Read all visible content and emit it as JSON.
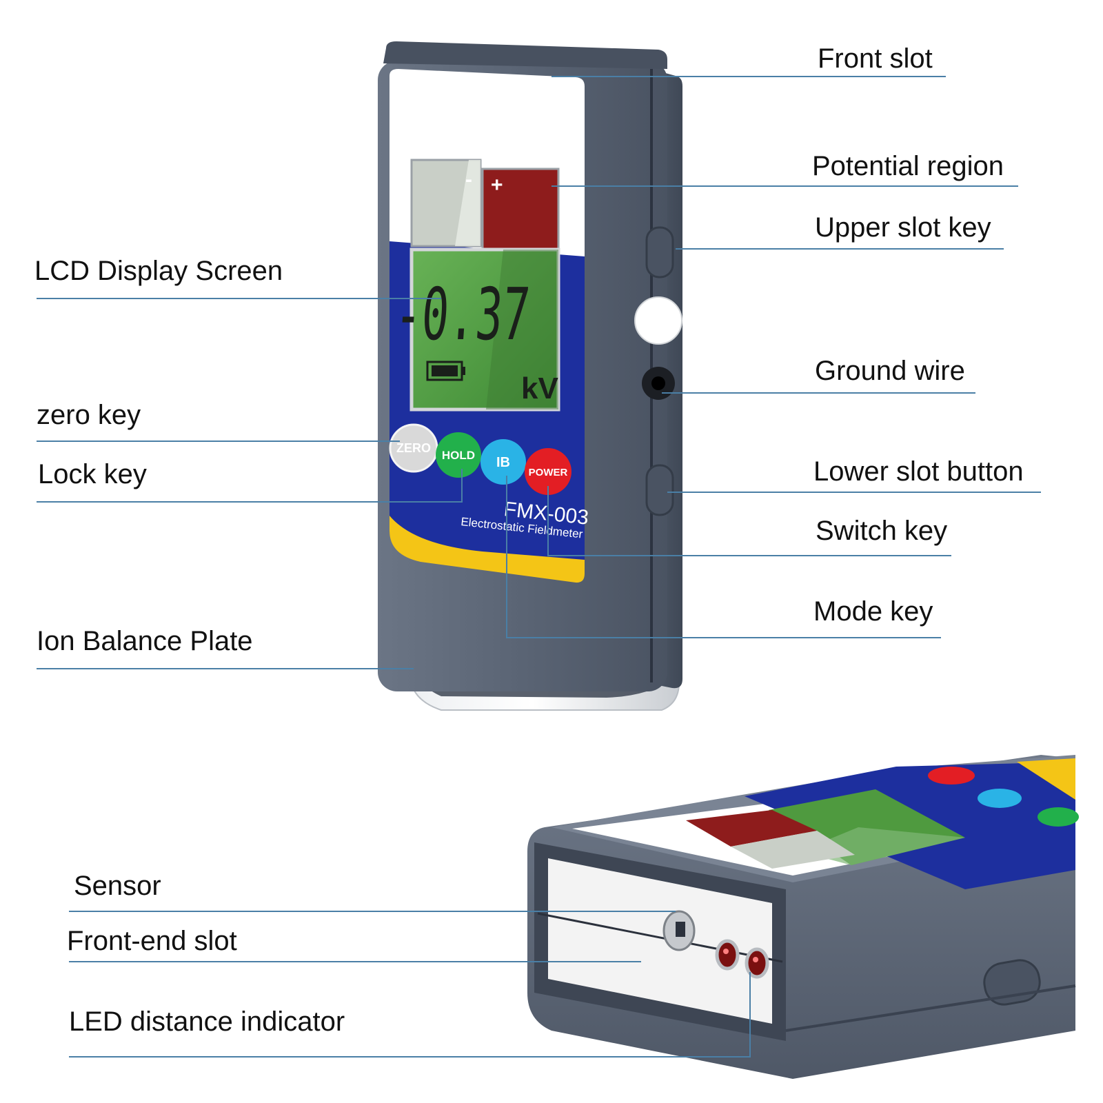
{
  "labels": {
    "front_slot": "Front slot",
    "potential_region": "Potential region",
    "upper_slot_key": "Upper slot key",
    "lcd_display_screen": "LCD Display Screen",
    "ground_wire": "Ground wire",
    "zero_key": "zero key",
    "lock_key": "Lock key",
    "lower_slot_button": "Lower slot button",
    "switch_key": "Switch key",
    "mode_key": "Mode key",
    "ion_balance_plate": "Ion Balance Plate",
    "sensor": "Sensor",
    "front_end_slot": "Front-end slot",
    "led_distance_indicator": "LED distance indicator"
  },
  "device": {
    "model": "FMX-003",
    "subtitle": "Electrostatic Fieldmeter",
    "reading": "-0.37",
    "unit": "kV",
    "minus_sign": "-",
    "plus_sign": "+",
    "buttons": {
      "zero": "ZERO",
      "hold": "HOLD",
      "ib": "IB",
      "power": "POWER"
    }
  },
  "colors": {
    "body": "#5d6878",
    "face_blue": "#1d2f9e",
    "accent_yellow": "#f4c516",
    "lcd_green": "#4f9a3f",
    "potential_red": "#8e1c1c",
    "leader_line": "#4a7fa6",
    "zero_button": "#d9d9d9",
    "hold_button": "#22b04b",
    "ib_button": "#2ab3e6",
    "power_button": "#e31e24"
  }
}
